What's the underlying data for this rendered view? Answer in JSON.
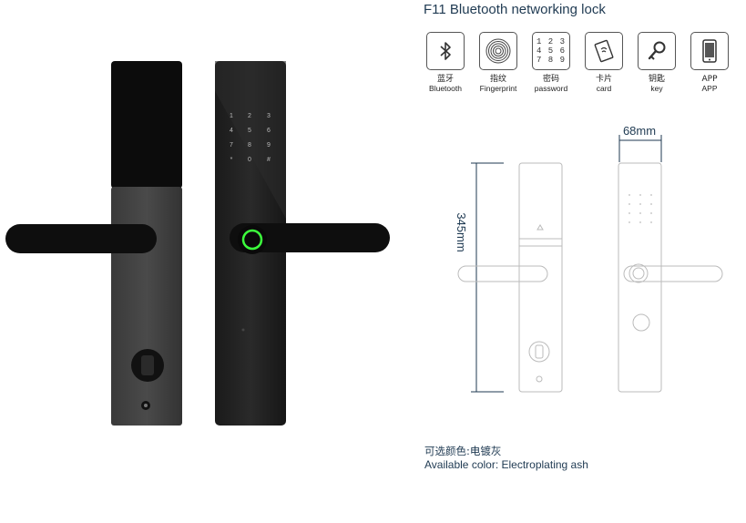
{
  "title": "F11 Bluetooth networking lock",
  "features": [
    {
      "icon": "bluetooth-icon",
      "cn": "蓝牙",
      "en": "Bluetooth"
    },
    {
      "icon": "fingerprint-icon",
      "cn": "指纹",
      "en": "Fingerprint"
    },
    {
      "icon": "password-icon",
      "cn": "密码",
      "en": "password",
      "keypad": [
        "1 2 3",
        "4 5 6",
        "7 8 9"
      ]
    },
    {
      "icon": "card-icon",
      "cn": "卡片",
      "en": "card"
    },
    {
      "icon": "key-icon",
      "cn": "钥匙",
      "en": "key"
    },
    {
      "icon": "phone-icon",
      "cn": "APP",
      "en": "APP"
    }
  ],
  "dimensions": {
    "width": "68mm",
    "height": "345mm"
  },
  "lock_keypad": [
    "1",
    "2",
    "3",
    "4",
    "5",
    "6",
    "7",
    "8",
    "9",
    "*",
    "0",
    "#"
  ],
  "available_color": {
    "cn": "可选颜色:电镀灰",
    "en": "Available color: Electroplating ash"
  },
  "colors": {
    "accent": "#1f3a52",
    "lock_body": "#111111",
    "fingerprint_ring": "#3cff3c"
  }
}
